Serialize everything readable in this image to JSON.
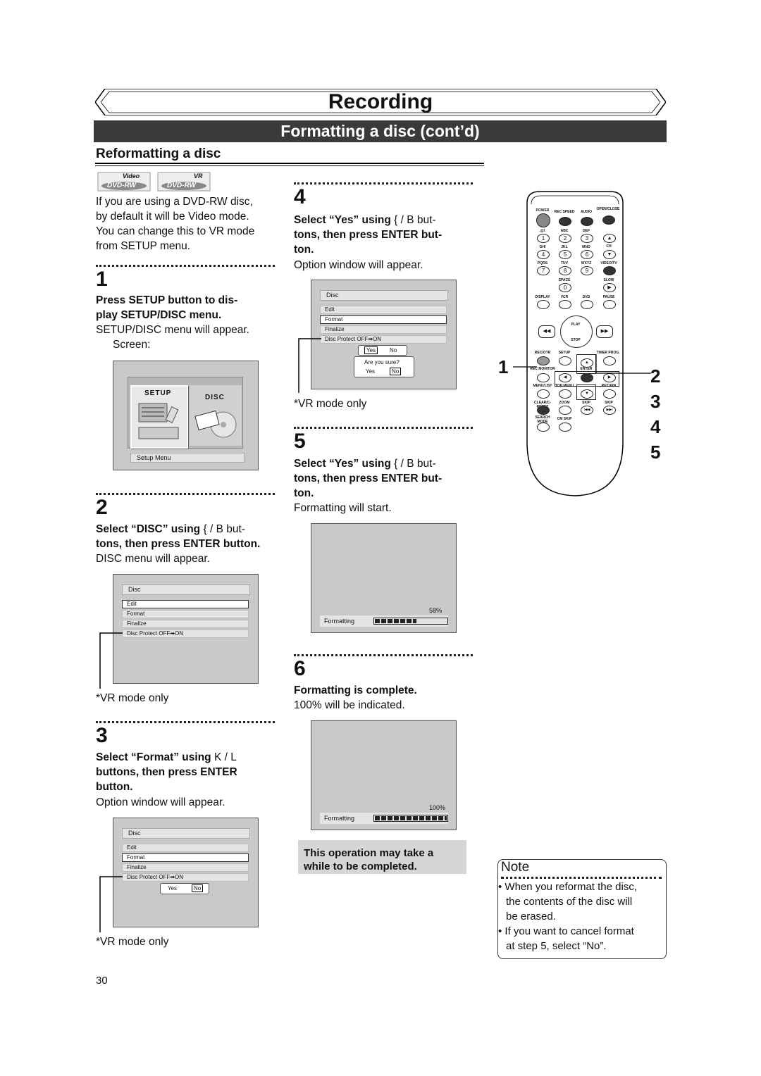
{
  "header": {
    "section": "Recording",
    "subsection": "Formatting a disc (cont’d)",
    "heading": "Reformatting a disc"
  },
  "badges": {
    "video_top": "Video",
    "video_bottom": "DVD-RW",
    "vr_top": "VR",
    "vr_bottom": "DVD-RW"
  },
  "intro": [
    "If you are using a DVD-RW disc,",
    "by default it will be Video mode.",
    "You can change this to VR mode",
    "from SETUP menu."
  ],
  "steps": {
    "s1": {
      "num": "1",
      "instr": [
        "Press SETUP button to dis-",
        "play SETUP/DISC menu."
      ],
      "result": [
        "SETUP/DISC menu will appear.",
        "Screen:"
      ]
    },
    "s2": {
      "num": "2",
      "instr_a": "Select “DISC” using",
      "instr_a2": "{ / B but-",
      "instr_b": "tons, then press ENTER button.",
      "result": "DISC menu will appear."
    },
    "s3": {
      "num": "3",
      "instr_a": "Select “Format” using",
      "instr_a2": "K / L",
      "instr_b": [
        "buttons, then press ENTER",
        "button."
      ],
      "result": "Option window will appear."
    },
    "s4": {
      "num": "4",
      "instr_a": "Select “Yes” using",
      "instr_a2": "{ / B but-",
      "instr_b": [
        "tons, then press ENTER but-",
        "ton."
      ],
      "result": "Option window will appear."
    },
    "s5": {
      "num": "5",
      "instr_a": "Select “Yes” using",
      "instr_a2": "{ / B but-",
      "instr_b": [
        "tons, then press ENTER but-",
        "ton."
      ],
      "result": "Formatting will start."
    },
    "s6": {
      "num": "6",
      "instr": "Formatting is complete.",
      "result": "100% will be indicated."
    }
  },
  "screens": {
    "setup": {
      "tab_setup": "SETUP",
      "tab_disc": "DISC",
      "footer": "Setup Menu"
    },
    "disc_menu": {
      "title": "Disc",
      "items": [
        "Edit",
        "Format",
        "Finalize",
        "Disc Protect OFF➡ON"
      ]
    },
    "option": {
      "yes": "Yes",
      "no": "No",
      "confirm": "Are you sure?"
    },
    "formatting": {
      "label": "Formatting",
      "pct_start": "58%",
      "pct_done": "100%",
      "progress_start": 0.58,
      "progress_done": 1.0
    }
  },
  "vr_note": "VR mode only",
  "warning": [
    "This operation may take a",
    "while to be completed."
  ],
  "note": {
    "title": "Note",
    "bullets": [
      [
        "When you reformat the disc,",
        "the contents of the disc will",
        "be erased."
      ],
      [
        "If you want to cancel format",
        "at step 5, select “No”."
      ]
    ]
  },
  "callouts": {
    "left": "1",
    "right": [
      "2",
      "3",
      "4",
      "5"
    ]
  },
  "remote": {
    "row1": [
      "POWER",
      "REC SPEED",
      "AUDIO",
      "OPEN/CLOSE"
    ],
    "row2": [
      ".@/:",
      "ABC",
      "DEF"
    ],
    "row2n": [
      "1",
      "2",
      "3"
    ],
    "row3": [
      "GHI",
      "JKL",
      "MNO"
    ],
    "row3n": [
      "4",
      "5",
      "6"
    ],
    "row4": [
      "PQRS",
      "TUV",
      "WXYZ",
      "VIDEO/TV"
    ],
    "row4n": [
      "7",
      "8",
      "9"
    ],
    "row5": [
      "SPACE",
      "SLOW"
    ],
    "row5n": "0",
    "row6": [
      "DISPLAY",
      "VCR",
      "DVD",
      "PAUSE"
    ],
    "play": "PLAY",
    "stop": "STOP",
    "row7": [
      "REC/OTR",
      "SETUP",
      "TIMER PROG."
    ],
    "row8": [
      "REC MONITOR",
      "ENTER"
    ],
    "row9": [
      "MENU/LIST",
      "TOP MENU",
      "RETURN"
    ],
    "row10": [
      "CLEAR/C-RESET",
      "ZOOM",
      "SKIP",
      "SKIP"
    ],
    "row11": [
      "SEARCH MODE",
      "CM SKIP"
    ],
    "ch": "CH"
  },
  "page_number": "30"
}
